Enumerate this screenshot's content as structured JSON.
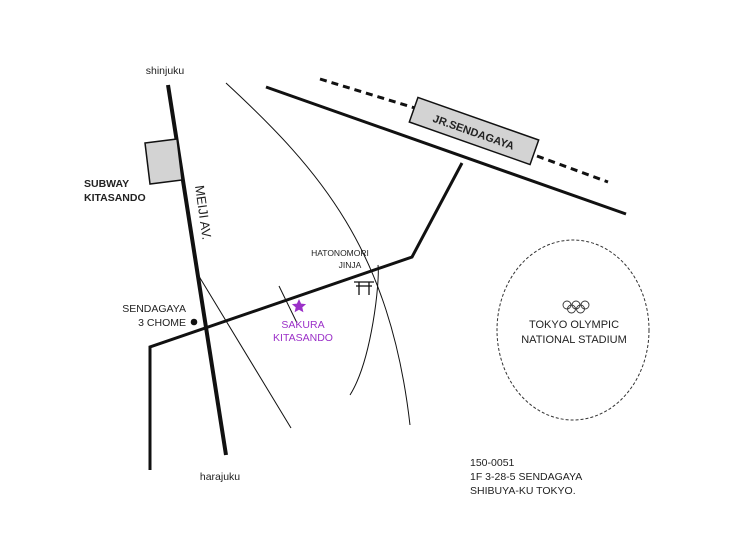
{
  "map": {
    "labels": {
      "shinjuku": "shinjuku",
      "harajuku": "harajuku",
      "subway_line1": "SUBWAY",
      "subway_line2": "KITASANDO",
      "meiji_av": "MEIJI AV.",
      "jr_station": "JR.SENDAGAYA",
      "shrine_line1": "HATONOMORI",
      "shrine_line2": "JINJA",
      "sendagaya_line1": "SENDAGAYA",
      "sendagaya_line2": "3 CHOME",
      "destination_line1": "SAKURA",
      "destination_line2": "KITASANDO",
      "stadium_line1": "TOKYO OLYMPIC",
      "stadium_line2": "NATIONAL STADIUM"
    },
    "address": {
      "postal_code": "150-0051",
      "line1": "1F 3-28-5 SENDAGAYA",
      "line2": "SHIBUYA-KU TOKYO."
    },
    "icons": {
      "destination": "star-icon",
      "shrine": "shrine-gate-icon",
      "stadium": "olympic-rings-icon",
      "point": "dot-marker-icon"
    },
    "colors": {
      "destination": "#9b30c8",
      "roads": "#111111",
      "station_fill": "#d3d3d3"
    }
  }
}
